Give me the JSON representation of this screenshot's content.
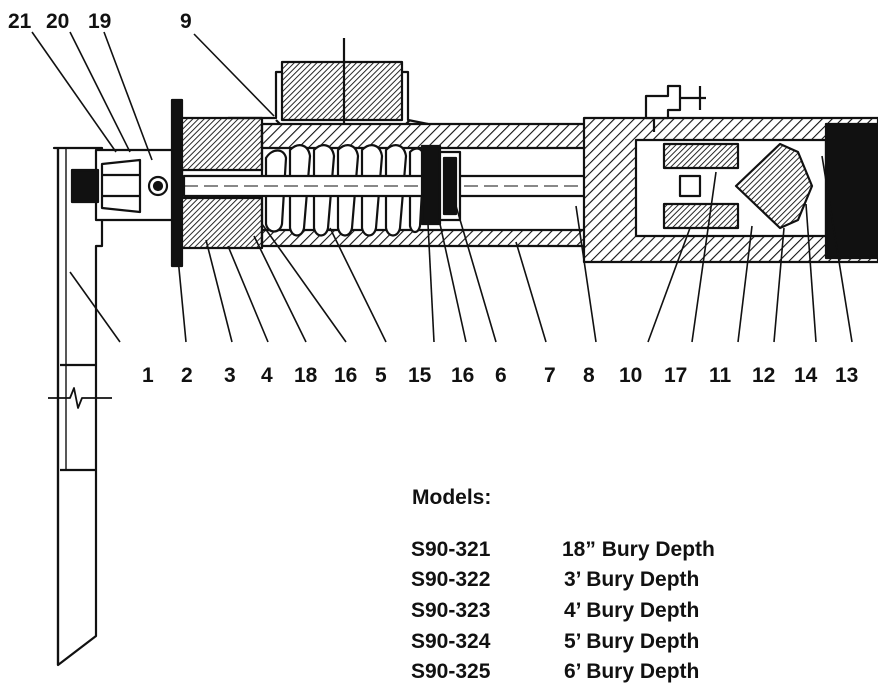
{
  "diagram": {
    "callouts": {
      "top": [
        "21",
        "20",
        "19",
        "9"
      ],
      "bottom": [
        "1",
        "2",
        "3",
        "4",
        "18",
        "16",
        "5",
        "15",
        "16",
        "6",
        "7",
        "8",
        "10",
        "17",
        "11",
        "12",
        "14",
        "13"
      ]
    },
    "models": {
      "heading": "Models:",
      "rows": [
        {
          "model": "S90-321",
          "depth": "18”  Bury Depth"
        },
        {
          "model": "S90-322",
          "depth": "3’ Bury Depth"
        },
        {
          "model": "S90-323",
          "depth": "4’ Bury Depth"
        },
        {
          "model": "S90-324",
          "depth": "5’ Bury Depth"
        },
        {
          "model": "S90-325",
          "depth": "6’ Bury Depth"
        }
      ]
    }
  }
}
